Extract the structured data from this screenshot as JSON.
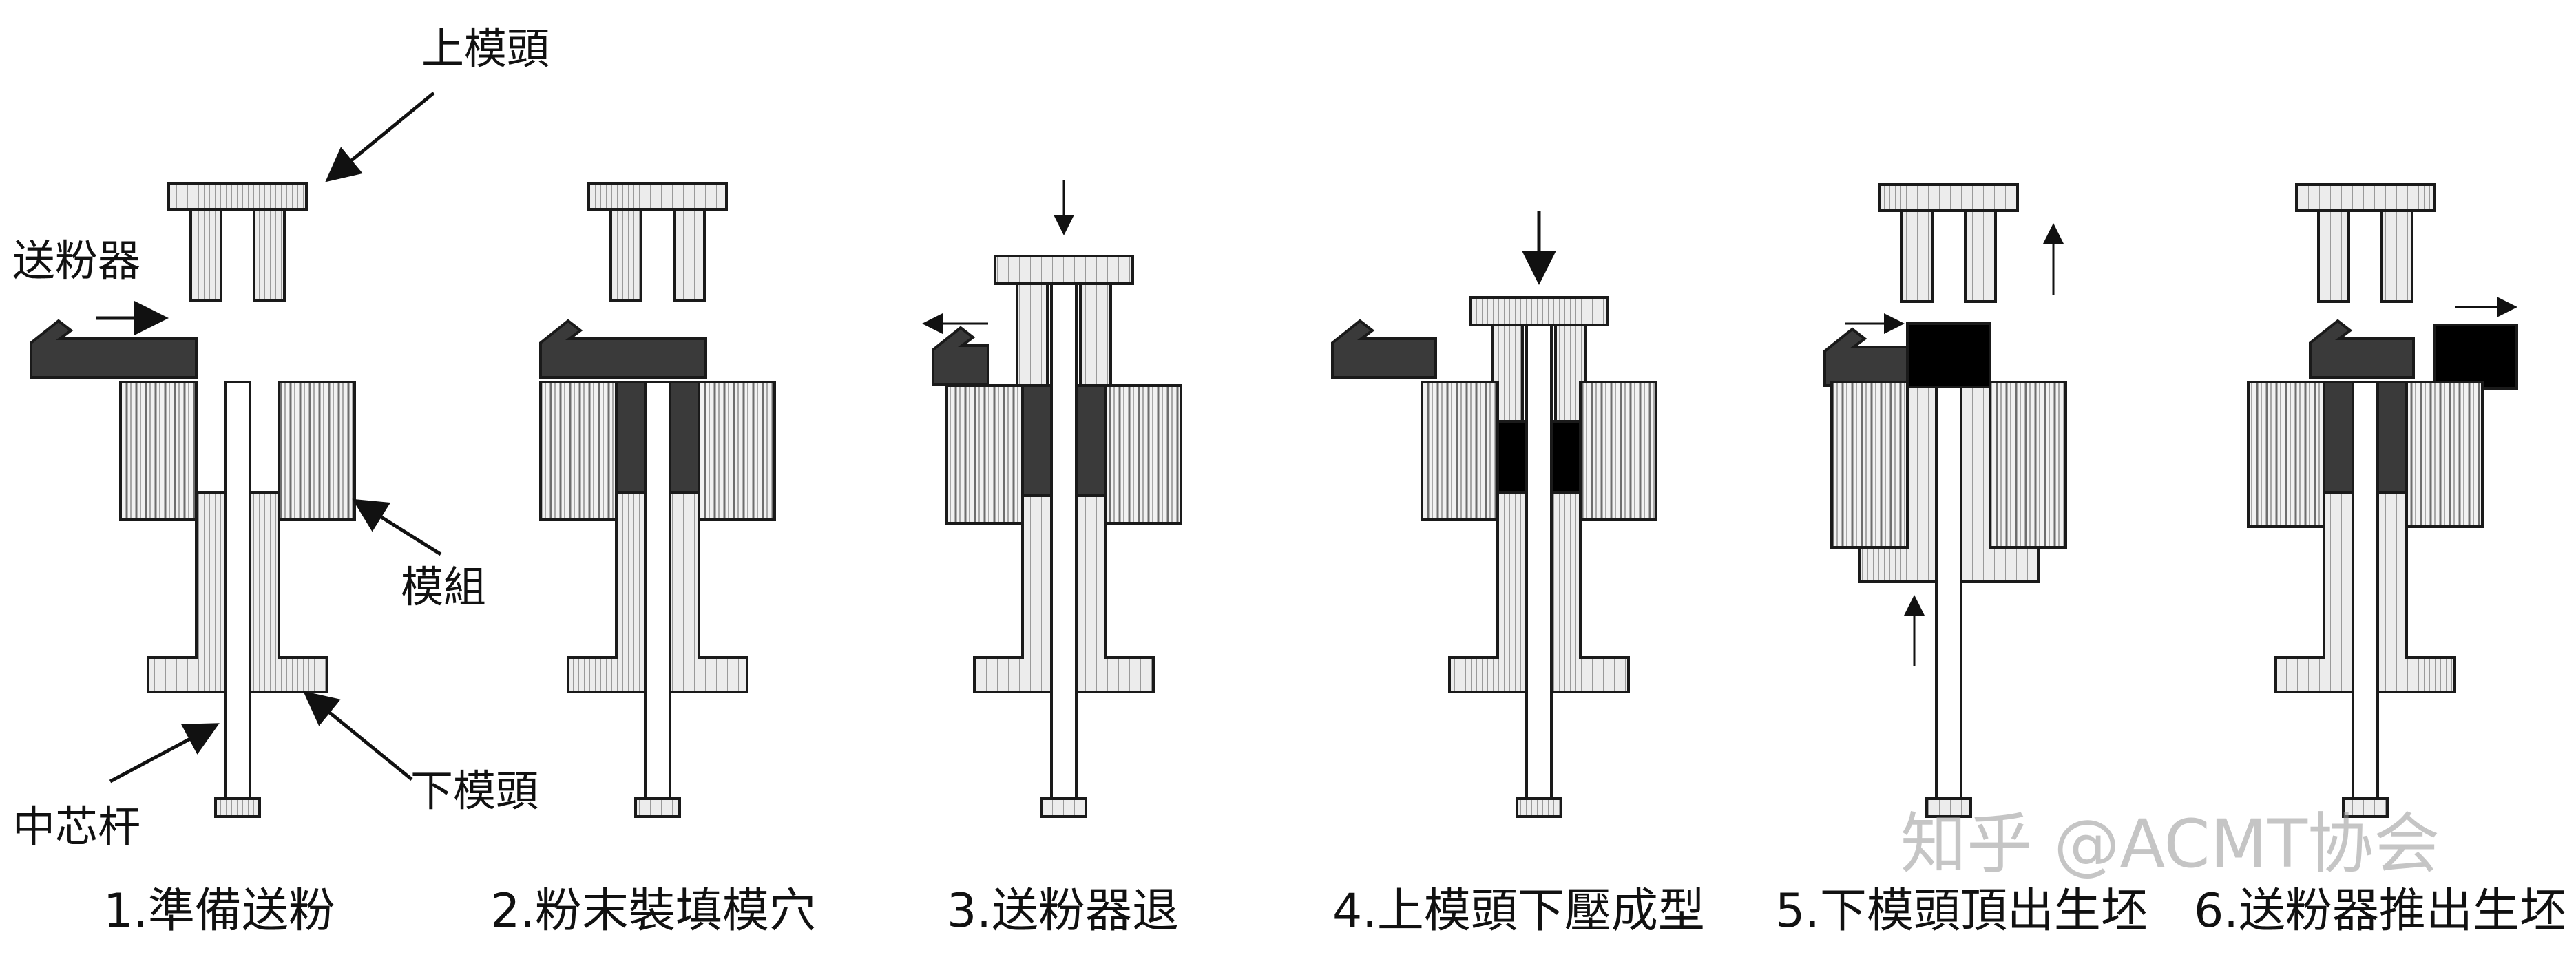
{
  "callouts": {
    "upper_punch": "上模頭",
    "feeder": "送粉器",
    "die": "模組",
    "core_rod": "中芯杆",
    "lower_punch": "下模頭"
  },
  "steps": [
    "1.準備送粉",
    "2.粉末裝填模穴",
    "3.送粉器退",
    "4.上模頭下壓成型",
    "5.下模頭頂出生坯",
    "6.送粉器推出生坯"
  ],
  "watermark": "知乎 @ACMT协会",
  "colors": {
    "part_fill": "#dcdcdc",
    "powder": "#3a3a3a",
    "compact": "#000000",
    "outline": "#1a1a1a"
  }
}
